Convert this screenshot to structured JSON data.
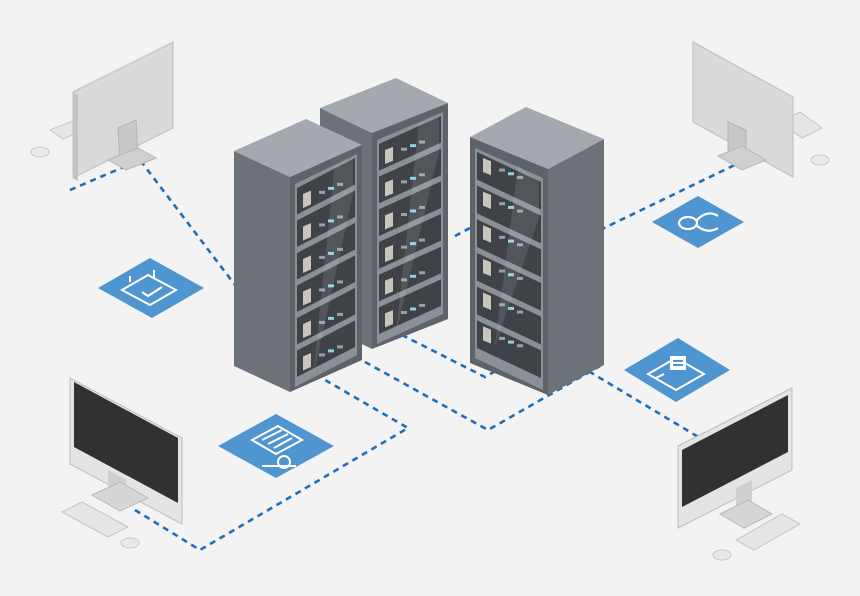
{
  "colors": {
    "background": "#f3f3f3",
    "link": "#1f6eb8",
    "badge": "#4f95d0",
    "rack_front": "#8b9097",
    "rack_side": "#6d7279",
    "rack_top": "#a4a9af",
    "monitor_dark": "#2f3031",
    "monitor_light": "#dcdcdc"
  },
  "diagram": {
    "servers": [
      {
        "name": "server-rack-left",
        "units": 6
      },
      {
        "name": "server-rack-middle",
        "units": 6
      },
      {
        "name": "server-rack-right",
        "units": 6
      }
    ],
    "workstations": [
      {
        "name": "workstation-top-left",
        "style": "light"
      },
      {
        "name": "workstation-top-right",
        "style": "light"
      },
      {
        "name": "workstation-bottom-left",
        "style": "dark"
      },
      {
        "name": "workstation-bottom-right",
        "style": "dark"
      }
    ],
    "badges": [
      {
        "name": "checklist-badge",
        "icon": "checklist-icon"
      },
      {
        "name": "infinity-badge",
        "icon": "infinity-icon"
      },
      {
        "name": "document-badge",
        "icon": "document-icon"
      },
      {
        "name": "id-card-badge",
        "icon": "id-card-icon"
      }
    ],
    "connections": [
      {
        "from": "workstation-top-left",
        "to": "server-rack-left"
      },
      {
        "from": "workstation-top-right",
        "to": "server-rack-right"
      },
      {
        "from": "workstation-bottom-left",
        "to": "server-rack-left"
      },
      {
        "from": "workstation-bottom-right",
        "to": "server-rack-right"
      },
      {
        "from": "server-rack-middle",
        "to": "server-rack-right"
      }
    ]
  }
}
